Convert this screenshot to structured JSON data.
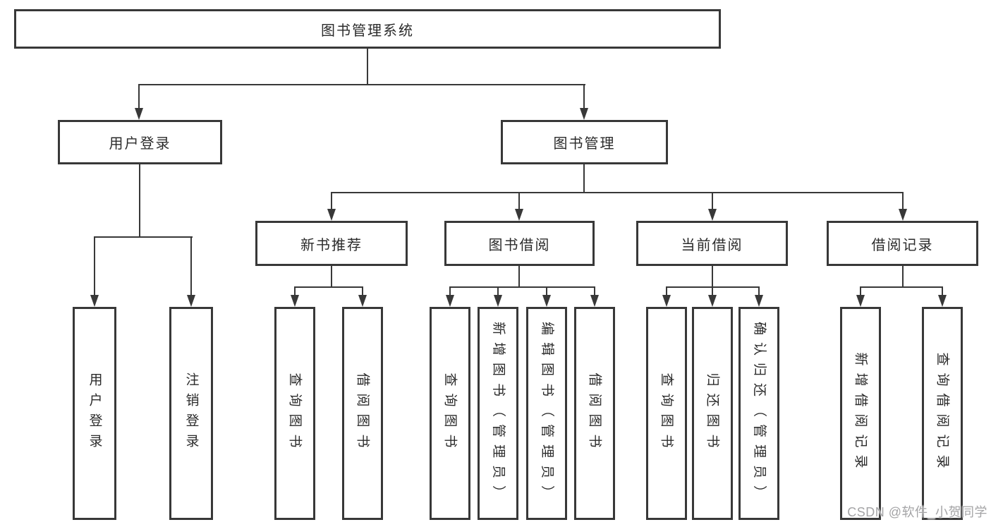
{
  "nodes": {
    "root": "图书管理系统",
    "user_login": "用户登录",
    "book_mgmt": "图书管理",
    "new_book_rec": "新书推荐",
    "book_borrow": "图书借阅",
    "current_borrow": "当前借阅",
    "borrow_records": "借阅记录",
    "user_login_children": [
      "用户登录",
      "注销登录"
    ],
    "new_book_rec_children": [
      "查询图书",
      "借阅图书"
    ],
    "book_borrow_children": [
      "查询图书",
      "新增图书（管理员）",
      "编辑图书（管理员）",
      "借阅图书"
    ],
    "current_borrow_children": [
      "查询图书",
      "归还图书",
      "确认归还（管理员）"
    ],
    "borrow_records_children": [
      "新增借阅记录",
      "查询借阅记录"
    ]
  },
  "watermark": "CSDN @软件_小贺同学",
  "colors": {
    "line": "#383838",
    "text": "#2b2b2b",
    "watermark": "#a4a4a6",
    "background": "#ffffff"
  }
}
